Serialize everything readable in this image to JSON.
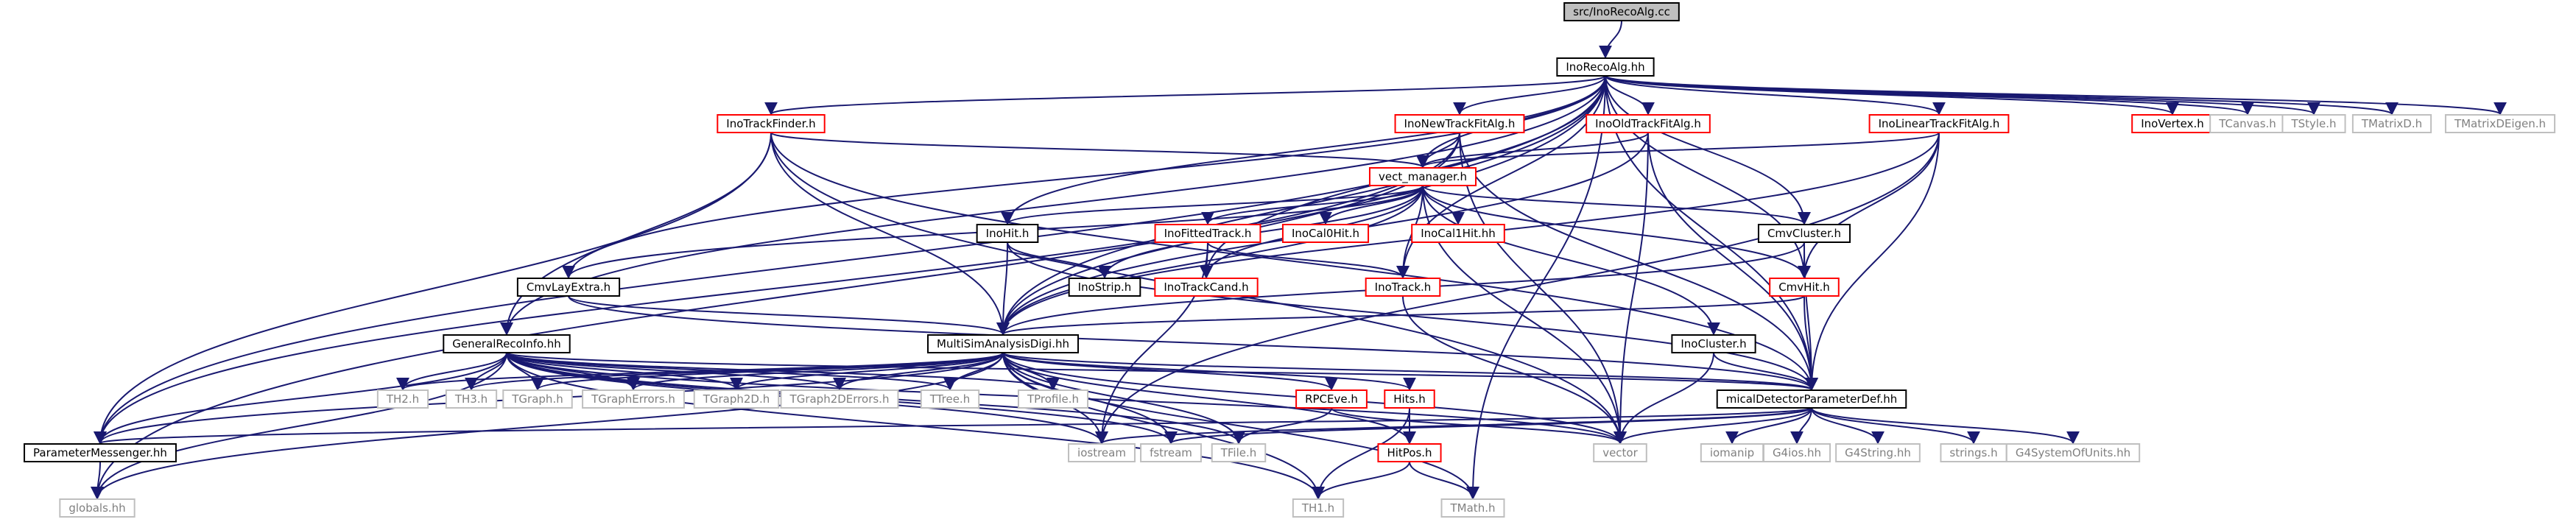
{
  "graph": {
    "edge_color": "#191970",
    "root_fill": "#bfbfbf",
    "text_color_normal": "#000000",
    "text_color_unresolved": "#808080",
    "text_color_truncated": "#000000",
    "border_normal": "#000000",
    "border_unresolved": "#bfbfbf",
    "border_truncated": "#ff0000",
    "nodes": [
      {
        "id": "root",
        "label": "src/InoRecoAlg.cc",
        "kind": "root"
      },
      {
        "id": "inorecoalg",
        "label": "InoRecoAlg.hh",
        "kind": "normal"
      },
      {
        "id": "inotrackfinder",
        "label": "InoTrackFinder.h",
        "kind": "truncated"
      },
      {
        "id": "inonewtrackfitalg",
        "label": "InoNewTrackFitAlg.h",
        "kind": "truncated"
      },
      {
        "id": "inooldtrackfitalg",
        "label": "InoOldTrackFitAlg.h",
        "kind": "truncated"
      },
      {
        "id": "inolineartrackfitalg",
        "label": "InoLinearTrackFitAlg.h",
        "kind": "truncated"
      },
      {
        "id": "inovertex",
        "label": "InoVertex.h",
        "kind": "truncated"
      },
      {
        "id": "tcanvas",
        "label": "TCanvas.h",
        "kind": "unresolved"
      },
      {
        "id": "tstyle",
        "label": "TStyle.h",
        "kind": "unresolved"
      },
      {
        "id": "tmatrixd",
        "label": "TMatrixD.h",
        "kind": "unresolved"
      },
      {
        "id": "tmatrixdeigen",
        "label": "TMatrixDEigen.h",
        "kind": "unresolved"
      },
      {
        "id": "vectmanager",
        "label": "vect_manager.h",
        "kind": "truncated"
      },
      {
        "id": "inohit",
        "label": "InoHit.h",
        "kind": "normal"
      },
      {
        "id": "inofittedtrack",
        "label": "InoFittedTrack.h",
        "kind": "truncated"
      },
      {
        "id": "inocal0hit",
        "label": "InoCal0Hit.h",
        "kind": "truncated"
      },
      {
        "id": "inocal1hit",
        "label": "InoCal1Hit.hh",
        "kind": "truncated"
      },
      {
        "id": "cmvcluster",
        "label": "CmvCluster.h",
        "kind": "normal"
      },
      {
        "id": "cmvlayextra",
        "label": "CmvLayExtra.h",
        "kind": "normal"
      },
      {
        "id": "inostrip",
        "label": "InoStrip.h",
        "kind": "normal"
      },
      {
        "id": "inotrackcand",
        "label": "InoTrackCand.h",
        "kind": "truncated"
      },
      {
        "id": "inotrack",
        "label": "InoTrack.h",
        "kind": "truncated"
      },
      {
        "id": "cmvhit",
        "label": "CmvHit.h",
        "kind": "truncated"
      },
      {
        "id": "generalrecoinfo",
        "label": "GeneralRecoInfo.hh",
        "kind": "normal"
      },
      {
        "id": "multisim",
        "label": "MultiSimAnalysisDigi.hh",
        "kind": "normal"
      },
      {
        "id": "inocluster",
        "label": "InoCluster.h",
        "kind": "normal"
      },
      {
        "id": "th2",
        "label": "TH2.h",
        "kind": "unresolved"
      },
      {
        "id": "th3",
        "label": "TH3.h",
        "kind": "unresolved"
      },
      {
        "id": "tgraph",
        "label": "TGraph.h",
        "kind": "unresolved"
      },
      {
        "id": "tgrapherrors",
        "label": "TGraphErrors.h",
        "kind": "unresolved"
      },
      {
        "id": "tgraph2d",
        "label": "TGraph2D.h",
        "kind": "unresolved"
      },
      {
        "id": "tgraph2derrors",
        "label": "TGraph2DErrors.h",
        "kind": "unresolved"
      },
      {
        "id": "ttree",
        "label": "TTree.h",
        "kind": "unresolved"
      },
      {
        "id": "tprofile",
        "label": "TProfile.h",
        "kind": "unresolved"
      },
      {
        "id": "rpceve",
        "label": "RPCEve.h",
        "kind": "truncated"
      },
      {
        "id": "hits",
        "label": "Hits.h",
        "kind": "truncated"
      },
      {
        "id": "micaldetector",
        "label": "micalDetectorParameterDef.hh",
        "kind": "normal"
      },
      {
        "id": "parametermessenger",
        "label": "ParameterMessenger.hh",
        "kind": "normal"
      },
      {
        "id": "iostream",
        "label": "iostream",
        "kind": "unresolved"
      },
      {
        "id": "fstream",
        "label": "fstream",
        "kind": "unresolved"
      },
      {
        "id": "tfile",
        "label": "TFile.h",
        "kind": "unresolved"
      },
      {
        "id": "vector",
        "label": "vector",
        "kind": "unresolved"
      },
      {
        "id": "iomanip",
        "label": "iomanip",
        "kind": "unresolved"
      },
      {
        "id": "g4ios",
        "label": "G4ios.hh",
        "kind": "unresolved"
      },
      {
        "id": "g4string",
        "label": "G4String.hh",
        "kind": "unresolved"
      },
      {
        "id": "strings",
        "label": "strings.h",
        "kind": "unresolved"
      },
      {
        "id": "g4systemofunits",
        "label": "G4SystemOfUnits.hh",
        "kind": "unresolved"
      },
      {
        "id": "hitpos",
        "label": "HitPos.h",
        "kind": "truncated"
      },
      {
        "id": "globals",
        "label": "globals.hh",
        "kind": "unresolved"
      },
      {
        "id": "th1",
        "label": "TH1.h",
        "kind": "unresolved"
      },
      {
        "id": "tmath",
        "label": "TMath.h",
        "kind": "unresolved"
      }
    ],
    "edges": [
      [
        "root",
        "inorecoalg"
      ],
      [
        "inorecoalg",
        "inotrackfinder"
      ],
      [
        "inorecoalg",
        "inonewtrackfitalg"
      ],
      [
        "inorecoalg",
        "inooldtrackfitalg"
      ],
      [
        "inorecoalg",
        "inolineartrackfitalg"
      ],
      [
        "inorecoalg",
        "inovertex"
      ],
      [
        "inorecoalg",
        "tcanvas"
      ],
      [
        "inorecoalg",
        "tstyle"
      ],
      [
        "inorecoalg",
        "tmatrixd"
      ],
      [
        "inorecoalg",
        "tmatrixdeigen"
      ],
      [
        "inorecoalg",
        "vectmanager"
      ],
      [
        "inorecoalg",
        "cmvcluster"
      ],
      [
        "inorecoalg",
        "cmvlayextra"
      ],
      [
        "inorecoalg",
        "inohit"
      ],
      [
        "inorecoalg",
        "inotrackcand"
      ],
      [
        "inorecoalg",
        "inotrack"
      ],
      [
        "inorecoalg",
        "cmvhit"
      ],
      [
        "inorecoalg",
        "generalrecoinfo"
      ],
      [
        "inorecoalg",
        "multisim"
      ],
      [
        "inorecoalg",
        "micaldetector"
      ],
      [
        "inorecoalg",
        "parametermessenger"
      ],
      [
        "inorecoalg",
        "globals"
      ],
      [
        "inorecoalg",
        "tmath"
      ],
      [
        "inotrackfinder",
        "vectmanager"
      ],
      [
        "inotrackfinder",
        "generalrecoinfo"
      ],
      [
        "inotrackfinder",
        "multisim"
      ],
      [
        "inotrackfinder",
        "parametermessenger"
      ],
      [
        "inotrackfinder",
        "micaldetector"
      ],
      [
        "inotrackfinder",
        "vector"
      ],
      [
        "inonewtrackfitalg",
        "vectmanager"
      ],
      [
        "inonewtrackfitalg",
        "multisim"
      ],
      [
        "inonewtrackfitalg",
        "micaldetector"
      ],
      [
        "inonewtrackfitalg",
        "parametermessenger"
      ],
      [
        "inonewtrackfitalg",
        "vector"
      ],
      [
        "inooldtrackfitalg",
        "vectmanager"
      ],
      [
        "inooldtrackfitalg",
        "multisim"
      ],
      [
        "inooldtrackfitalg",
        "micaldetector"
      ],
      [
        "inooldtrackfitalg",
        "vector"
      ],
      [
        "inolineartrackfitalg",
        "vectmanager"
      ],
      [
        "inolineartrackfitalg",
        "multisim"
      ],
      [
        "inolineartrackfitalg",
        "micaldetector"
      ],
      [
        "inolineartrackfitalg",
        "cmvhit"
      ],
      [
        "inolineartrackfitalg",
        "iostream"
      ],
      [
        "vectmanager",
        "inohit"
      ],
      [
        "vectmanager",
        "inofittedtrack"
      ],
      [
        "vectmanager",
        "inocal0hit"
      ],
      [
        "vectmanager",
        "inocal1hit"
      ],
      [
        "vectmanager",
        "cmvcluster"
      ],
      [
        "vectmanager",
        "cmvlayextra"
      ],
      [
        "vectmanager",
        "inostrip"
      ],
      [
        "vectmanager",
        "inotrackcand"
      ],
      [
        "vectmanager",
        "inotrack"
      ],
      [
        "vectmanager",
        "cmvhit"
      ],
      [
        "vectmanager",
        "multisim"
      ],
      [
        "vectmanager",
        "inocluster"
      ],
      [
        "vectmanager",
        "vector"
      ],
      [
        "inohit",
        "inostrip"
      ],
      [
        "inohit",
        "multisim"
      ],
      [
        "inohit",
        "micaldetector"
      ],
      [
        "inofittedtrack",
        "inotrackcand"
      ],
      [
        "inofittedtrack",
        "inotrack"
      ],
      [
        "inofittedtrack",
        "iostream"
      ],
      [
        "cmvcluster",
        "cmvhit"
      ],
      [
        "cmvcluster",
        "multisim"
      ],
      [
        "cmvcluster",
        "micaldetector"
      ],
      [
        "cmvlayextra",
        "multisim"
      ],
      [
        "cmvlayextra",
        "micaldetector"
      ],
      [
        "inotrack",
        "vector"
      ],
      [
        "cmvhit",
        "multisim"
      ],
      [
        "cmvhit",
        "micaldetector"
      ],
      [
        "generalrecoinfo",
        "th2"
      ],
      [
        "generalrecoinfo",
        "th3"
      ],
      [
        "generalrecoinfo",
        "tgraph"
      ],
      [
        "generalrecoinfo",
        "tgrapherrors"
      ],
      [
        "generalrecoinfo",
        "tgraph2d"
      ],
      [
        "generalrecoinfo",
        "tgraph2derrors"
      ],
      [
        "generalrecoinfo",
        "ttree"
      ],
      [
        "generalrecoinfo",
        "tprofile"
      ],
      [
        "generalrecoinfo",
        "micaldetector"
      ],
      [
        "generalrecoinfo",
        "parametermessenger"
      ],
      [
        "generalrecoinfo",
        "iostream"
      ],
      [
        "generalrecoinfo",
        "fstream"
      ],
      [
        "generalrecoinfo",
        "tfile"
      ],
      [
        "generalrecoinfo",
        "vector"
      ],
      [
        "generalrecoinfo",
        "globals"
      ],
      [
        "generalrecoinfo",
        "th1"
      ],
      [
        "multisim",
        "th2"
      ],
      [
        "multisim",
        "th3"
      ],
      [
        "multisim",
        "tgraph"
      ],
      [
        "multisim",
        "tgrapherrors"
      ],
      [
        "multisim",
        "tgraph2d"
      ],
      [
        "multisim",
        "tgraph2derrors"
      ],
      [
        "multisim",
        "ttree"
      ],
      [
        "multisim",
        "tprofile"
      ],
      [
        "multisim",
        "rpceve"
      ],
      [
        "multisim",
        "hits"
      ],
      [
        "multisim",
        "micaldetector"
      ],
      [
        "multisim",
        "parametermessenger"
      ],
      [
        "multisim",
        "iostream"
      ],
      [
        "multisim",
        "fstream"
      ],
      [
        "multisim",
        "tfile"
      ],
      [
        "multisim",
        "vector"
      ],
      [
        "multisim",
        "th1"
      ],
      [
        "multisim",
        "tmath"
      ],
      [
        "multisim",
        "hitpos"
      ],
      [
        "multisim",
        "globals"
      ],
      [
        "inocluster",
        "micaldetector"
      ],
      [
        "inocluster",
        "vector"
      ],
      [
        "rpceve",
        "tfile"
      ],
      [
        "rpceve",
        "vector"
      ],
      [
        "hits",
        "hitpos"
      ],
      [
        "hits",
        "th1"
      ],
      [
        "hitpos",
        "th1"
      ],
      [
        "hitpos",
        "tmath"
      ],
      [
        "micaldetector",
        "parametermessenger"
      ],
      [
        "micaldetector",
        "iostream"
      ],
      [
        "micaldetector",
        "fstream"
      ],
      [
        "micaldetector",
        "vector"
      ],
      [
        "micaldetector",
        "iomanip"
      ],
      [
        "micaldetector",
        "g4ios"
      ],
      [
        "micaldetector",
        "g4string"
      ],
      [
        "micaldetector",
        "strings"
      ],
      [
        "micaldetector",
        "g4systemofunits"
      ],
      [
        "parametermessenger",
        "globals"
      ]
    ]
  }
}
